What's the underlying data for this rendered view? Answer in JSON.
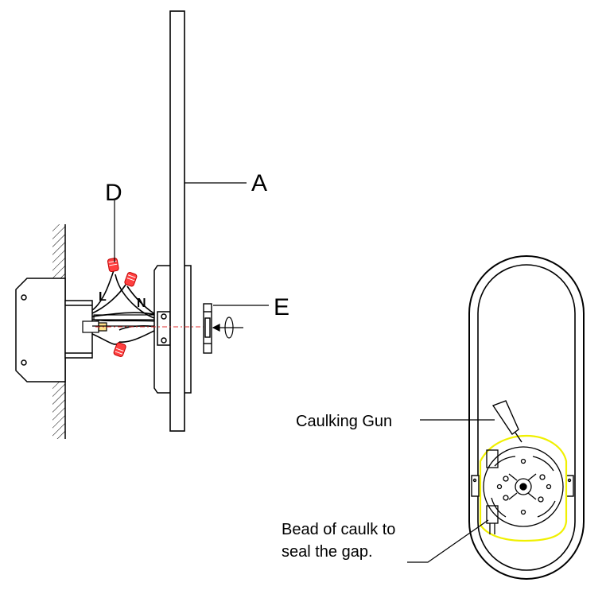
{
  "labels": {
    "a": "A",
    "d": "D",
    "e": "E",
    "l": "L",
    "n": "N",
    "caulking_gun": "Caulking Gun",
    "bead_line1": "Bead of caulk to",
    "bead_line2": "seal the gap."
  },
  "colors": {
    "line": "#000000",
    "wire_connector": "#ff2020",
    "caulk_highlight": "#ffff40",
    "axis_dash": "#e03030"
  }
}
